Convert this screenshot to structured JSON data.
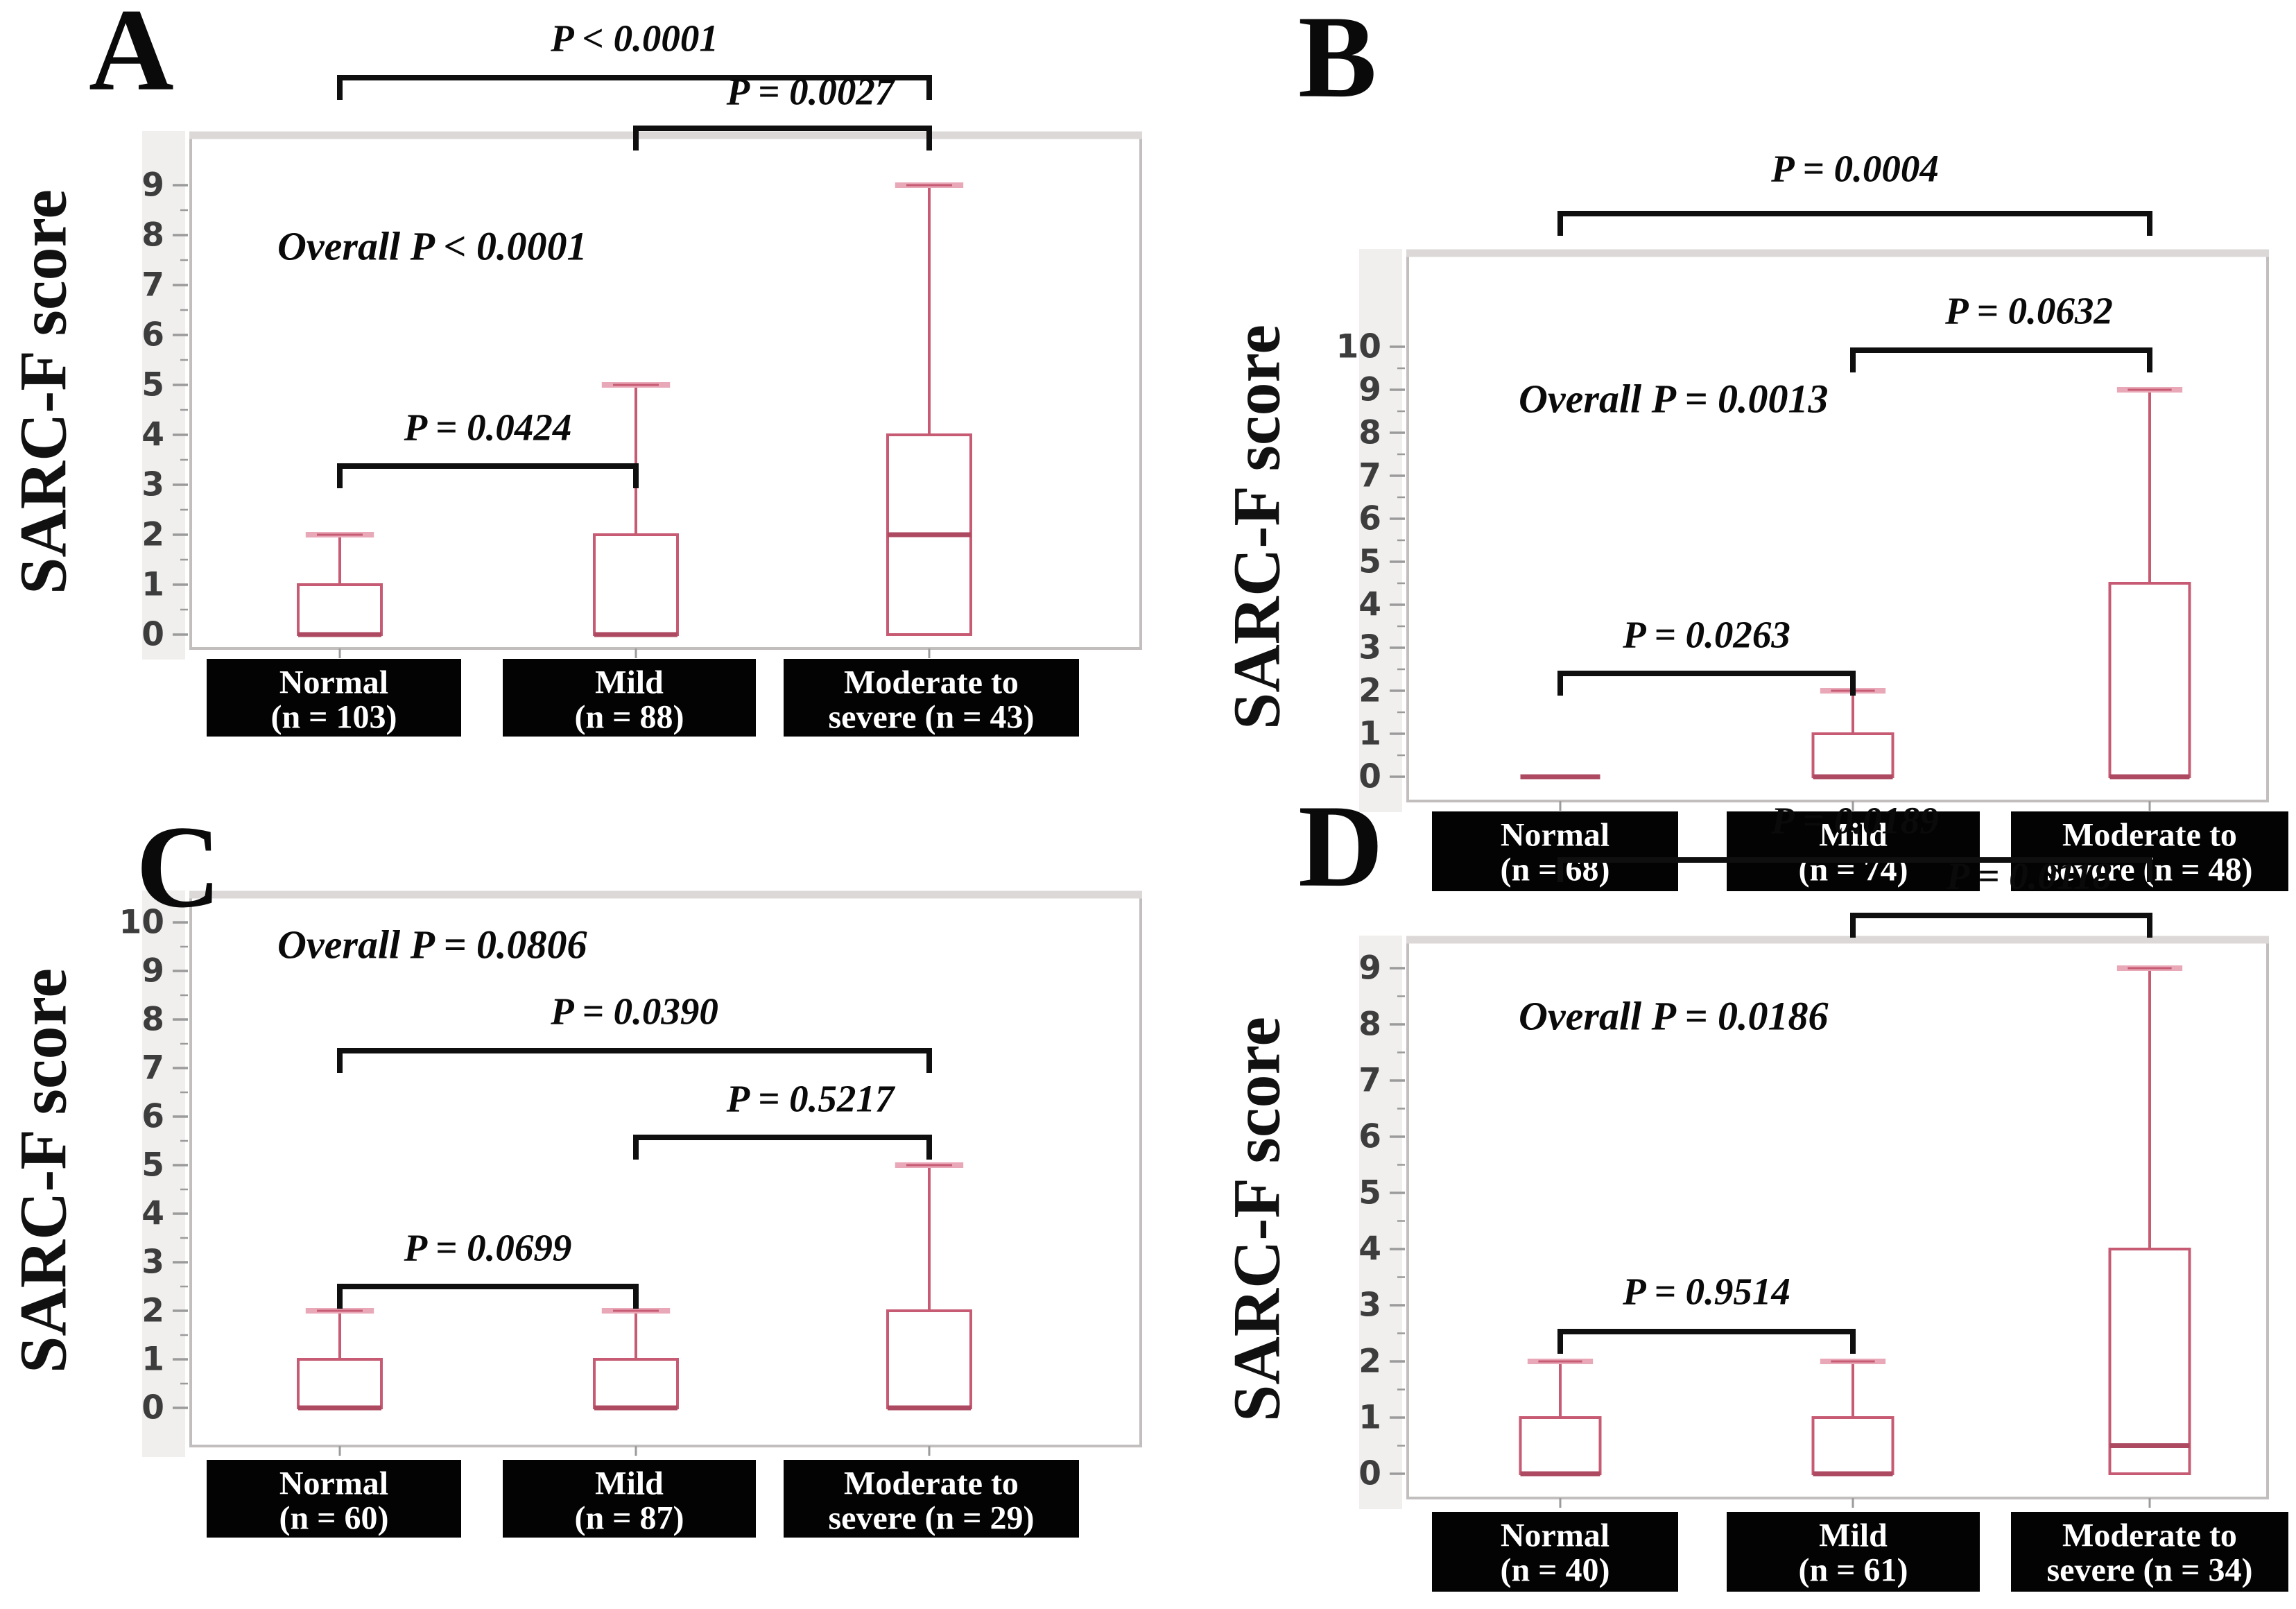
{
  "figure": {
    "ylabel": "SARC-F score",
    "colors": {
      "box_stroke": "#c65b73",
      "median_line": "#ad4a62",
      "whisker_cap": "#e9a8b8",
      "bracket": "#0f0f0f",
      "group_label_bg": "#030303",
      "frame_stroke": "#c2bebe",
      "frame_top_edge": "#dcd8d7",
      "tick_band_bg": "#f1efee",
      "tick_mark": "#9b9b9b"
    }
  },
  "chart_data": [
    {
      "type": "box",
      "panel": "A",
      "ylabel": "SARC-F score",
      "overall_p": "Overall P < 0.0001",
      "ylim": [
        0,
        9
      ],
      "yticks": [
        0,
        1,
        2,
        3,
        4,
        5,
        6,
        7,
        8,
        9
      ],
      "groups": [
        {
          "label": [
            "Normal",
            "(n = 103)"
          ],
          "n": 103,
          "min": 0,
          "q1": 0,
          "median": 0,
          "q3": 1,
          "max": 2
        },
        {
          "label": [
            "Mild",
            "(n = 88)"
          ],
          "n": 88,
          "min": 0,
          "q1": 0,
          "median": 0,
          "q3": 2,
          "max": 5
        },
        {
          "label": [
            "Moderate to",
            "severe (n = 43)"
          ],
          "n": 43,
          "min": 0,
          "q1": 0,
          "median": 2,
          "q3": 4,
          "max": 9
        }
      ],
      "comparisons": [
        {
          "between": [
            0,
            2
          ],
          "label": "P < 0.0001"
        },
        {
          "between": [
            1,
            2
          ],
          "label": "P = 0.0027"
        },
        {
          "between": [
            0,
            1
          ],
          "label": "P = 0.0424"
        }
      ]
    },
    {
      "type": "box",
      "panel": "B",
      "ylabel": "SARC-F score",
      "overall_p": "Overall P = 0.0013",
      "ylim": [
        0,
        10
      ],
      "yticks": [
        0,
        1,
        2,
        3,
        4,
        5,
        6,
        7,
        8,
        9,
        10
      ],
      "groups": [
        {
          "label": [
            "Normal",
            "(n = 68)"
          ],
          "n": 68,
          "min": 0,
          "q1": 0,
          "median": 0,
          "q3": 0,
          "max": 0
        },
        {
          "label": [
            "Mild",
            "(n = 74)"
          ],
          "n": 74,
          "min": 0,
          "q1": 0,
          "median": 0,
          "q3": 1,
          "max": 2
        },
        {
          "label": [
            "Moderate to",
            "severe (n = 48)"
          ],
          "n": 48,
          "min": 0,
          "q1": 0,
          "median": 0,
          "q3": 4.5,
          "max": 9
        }
      ],
      "comparisons": [
        {
          "between": [
            0,
            2
          ],
          "label": "P = 0.0004"
        },
        {
          "between": [
            1,
            2
          ],
          "label": "P = 0.0632"
        },
        {
          "between": [
            0,
            1
          ],
          "label": "P = 0.0263"
        }
      ]
    },
    {
      "type": "box",
      "panel": "C",
      "ylabel": "SARC-F score",
      "overall_p": "Overall P = 0.0806",
      "ylim": [
        0,
        10
      ],
      "yticks": [
        0,
        1,
        2,
        3,
        4,
        5,
        6,
        7,
        8,
        9,
        10
      ],
      "groups": [
        {
          "label": [
            "Normal",
            "(n = 60)"
          ],
          "n": 60,
          "min": 0,
          "q1": 0,
          "median": 0,
          "q3": 1,
          "max": 2
        },
        {
          "label": [
            "Mild",
            "(n = 87)"
          ],
          "n": 87,
          "min": 0,
          "q1": 0,
          "median": 0,
          "q3": 1,
          "max": 2
        },
        {
          "label": [
            "Moderate to",
            "severe (n = 29)"
          ],
          "n": 29,
          "min": 0,
          "q1": 0,
          "median": 0,
          "q3": 2,
          "max": 5
        }
      ],
      "comparisons": [
        {
          "between": [
            0,
            2
          ],
          "label": "P = 0.0390"
        },
        {
          "between": [
            1,
            2
          ],
          "label": "P = 0.5217"
        },
        {
          "between": [
            0,
            1
          ],
          "label": "P = 0.0699"
        }
      ]
    },
    {
      "type": "box",
      "panel": "D",
      "ylabel": "SARC-F score",
      "overall_p": "Overall P = 0.0186",
      "ylim": [
        0,
        9
      ],
      "yticks": [
        0,
        1,
        2,
        3,
        4,
        5,
        6,
        7,
        8,
        9
      ],
      "groups": [
        {
          "label": [
            "Normal",
            "(n = 40)"
          ],
          "n": 40,
          "min": 0,
          "q1": 0,
          "median": 0,
          "q3": 1,
          "max": 2
        },
        {
          "label": [
            "Mild",
            "(n = 61)"
          ],
          "n": 61,
          "min": 0,
          "q1": 0,
          "median": 0,
          "q3": 1,
          "max": 2
        },
        {
          "label": [
            "Moderate to",
            "severe (n = 34)"
          ],
          "n": 34,
          "min": 0,
          "q1": 0,
          "median": 0.5,
          "q3": 4,
          "max": 9
        }
      ],
      "comparisons": [
        {
          "between": [
            0,
            2
          ],
          "label": "P = 0.0189"
        },
        {
          "between": [
            1,
            2
          ],
          "label": "P = 0.0118"
        },
        {
          "between": [
            0,
            1
          ],
          "label": "P = 0.9514"
        }
      ]
    }
  ]
}
